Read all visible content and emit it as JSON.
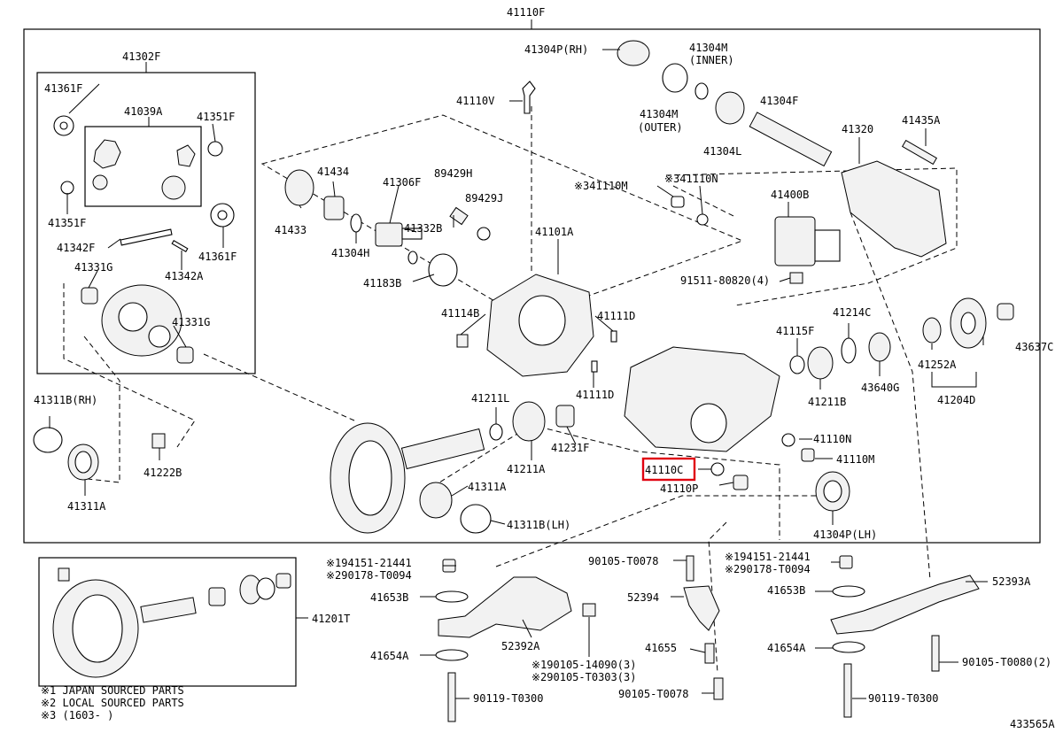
{
  "colors": {
    "highlight": "#e0000f",
    "ink": "#000000",
    "background": "#ffffff"
  },
  "diagram_id": "433565A",
  "highlighted_part": "41110C",
  "labels": {
    "top_assembly": "41110F",
    "p41302F": "41302F",
    "p41361F_a": "41361F",
    "p41039A": "41039A",
    "p41351F_a": "41351F",
    "p41351F_b": "41351F",
    "p41342F": "41342F",
    "p41361F_b": "41361F",
    "p41342A": "41342A",
    "p41331G_a": "41331G",
    "p41331G_b": "41331G",
    "p41304P_RH": "41304P(RH)",
    "p41304M_inner": "41304M",
    "p41304M_inner_note": "(INNER)",
    "p41304M_outer": "41304M",
    "p41304M_outer_note": "(OUTER)",
    "p41304F": "41304F",
    "p41304L": "41304L",
    "p41110V": "41110V",
    "p41434": "41434",
    "p41306F": "41306F",
    "p89429H": "89429H",
    "p89429J": "89429J",
    "p41433": "41433",
    "p41304H": "41304H",
    "p41332B": "41332B",
    "p41110M_top": "※341110M",
    "p41110N_top": "※341110N",
    "p41320": "41320",
    "p41435A": "41435A",
    "p41400B": "41400B",
    "p91511": "91511-80820(4)",
    "p41101A": "41101A",
    "p41183B": "41183B",
    "p41114B": "41114B",
    "p41111D_a": "41111D",
    "p41111D_b": "41111D",
    "p41115F": "41115F",
    "p41214C": "41214C",
    "p41252A": "41252A",
    "p43637C": "43637C",
    "p41211B": "41211B",
    "p43640G": "43640G",
    "p41204D": "41204D",
    "p41311B_RH": "41311B(RH)",
    "p41222B": "41222B",
    "p41311A_a": "41311A",
    "p41211L": "41211L",
    "p41231F": "41231F",
    "p41211A": "41211A",
    "p41311A_b": "41311A",
    "p41311B_LH": "41311B(LH)",
    "p41110N_mid": "41110N",
    "p41110M_mid": "41110M",
    "p41110C": "41110C",
    "p41110P": "41110P",
    "p41304P_LH": "41304P(LH)",
    "p41201T": "41201T",
    "p194151_a": "※194151-21441",
    "p290178_a": "※290178-T0094",
    "p90105_T0078_a": "90105-T0078",
    "p194151_b": "※194151-21441",
    "p290178_b": "※290178-T0094",
    "p41653B_a": "41653B",
    "p52394": "52394",
    "p41653B_b": "41653B",
    "p52393A": "52393A",
    "p52392A": "52392A",
    "p41654A_a": "41654A",
    "p41655": "41655",
    "p41654A_b": "41654A",
    "p190105": "※190105-14090(3)",
    "p290105": "※290105-T0303(3)",
    "p90105_T0080": "90105-T0080(2)",
    "p90119_a": "90119-T0300",
    "p90105_T0078_b": "90105-T0078",
    "p90119_b": "90119-T0300"
  },
  "legend": {
    "note1": "※1 JAPAN SOURCED PARTS",
    "note2": "※2 LOCAL SOURCED PARTS",
    "note3": "※3 (1603-    )"
  }
}
